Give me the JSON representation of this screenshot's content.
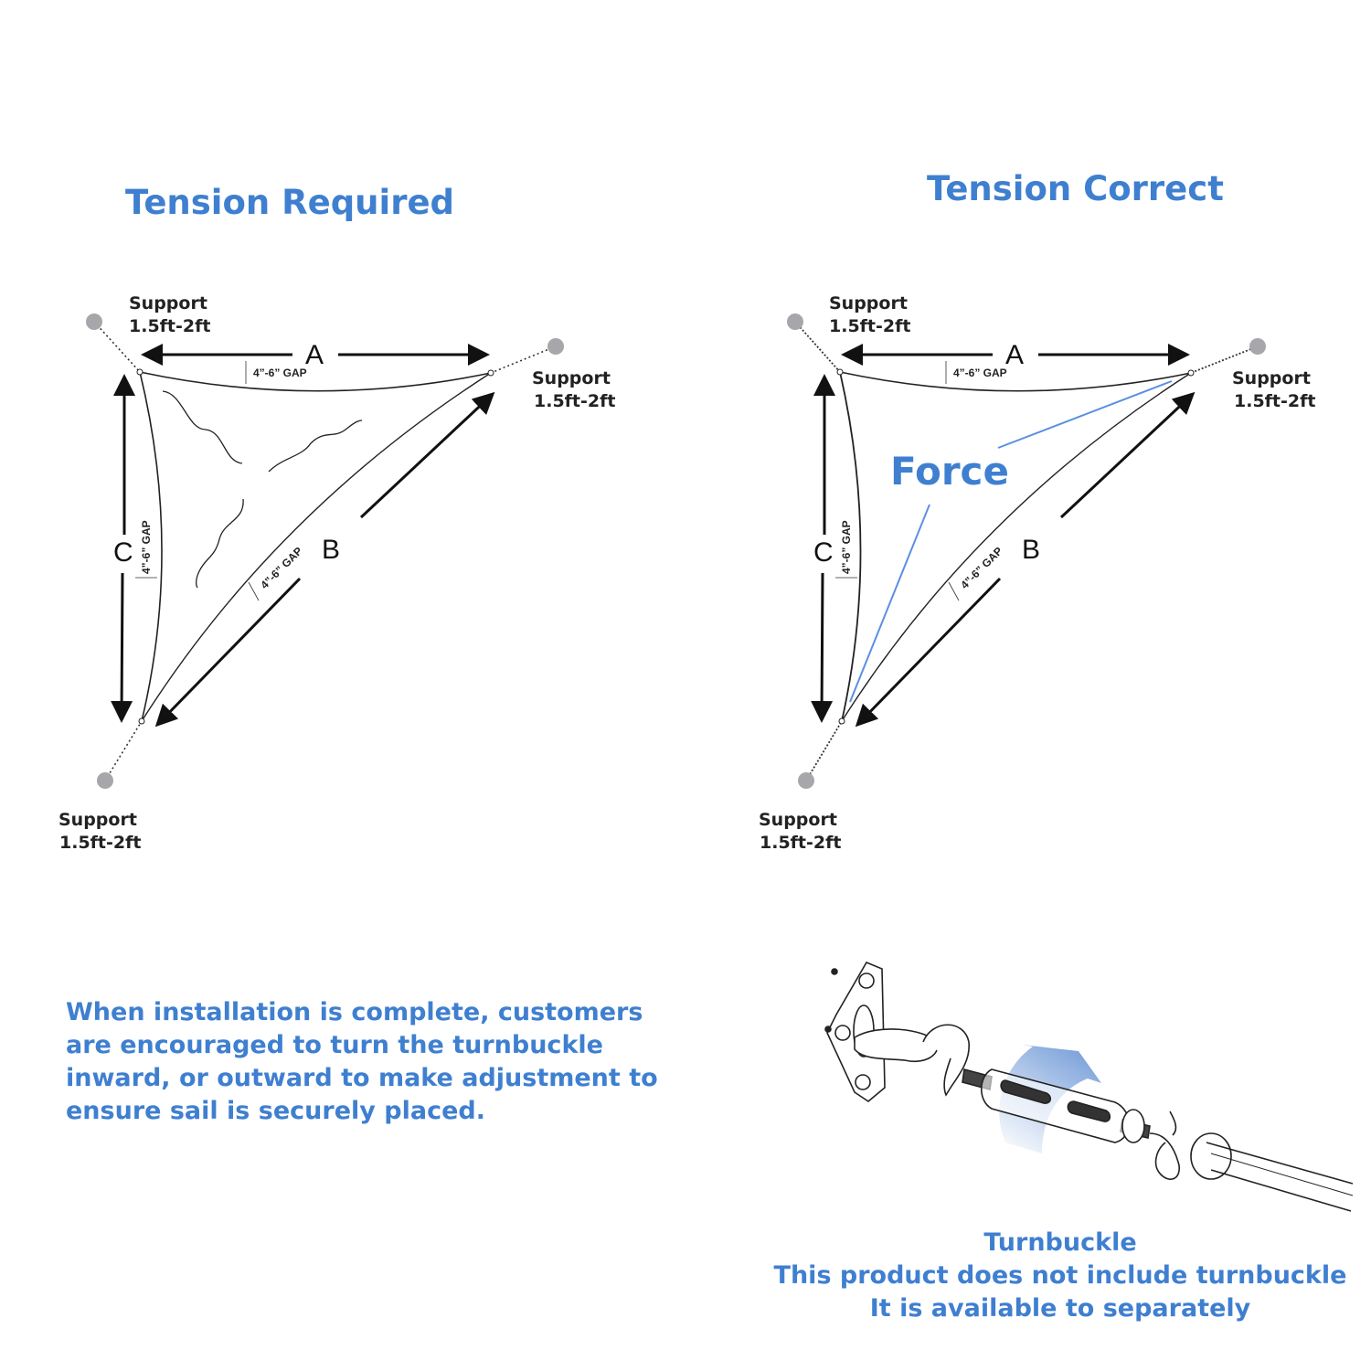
{
  "left_panel": {
    "title": "Tension Required",
    "supports": [
      {
        "line1": "Support",
        "line2": "1.5ft-2ft"
      },
      {
        "line1": "Support",
        "line2": "1.5ft-2ft"
      },
      {
        "line1": "Support",
        "line2": "1.5ft-2ft"
      }
    ],
    "sides": {
      "a": "A",
      "b": "B",
      "c": "C"
    },
    "gap_label": "4”-6” GAP"
  },
  "right_panel": {
    "title": "Tension Correct",
    "supports": [
      {
        "line1": "Support",
        "line2": "1.5ft-2ft"
      },
      {
        "line1": "Support",
        "line2": "1.5ft-2ft"
      },
      {
        "line1": "Support",
        "line2": "1.5ft-2ft"
      }
    ],
    "sides": {
      "a": "A",
      "b": "B",
      "c": "C"
    },
    "gap_label": "4”-6” GAP",
    "force_label": "Force"
  },
  "instructions": {
    "lines": [
      "When installation is complete, customers",
      "are encouraged to turn the turnbuckle",
      "inward, or outward to make adjustment to",
      "ensure sail is securely placed."
    ]
  },
  "turnbuckle_caption": {
    "lines": [
      "Turnbuckle",
      "This product does not include turnbuckle",
      "It is available to separately"
    ]
  },
  "colors": {
    "accent": "#3f7fd0",
    "support_dot": "#a7a7ab",
    "force_line": "#5b8fe0"
  }
}
